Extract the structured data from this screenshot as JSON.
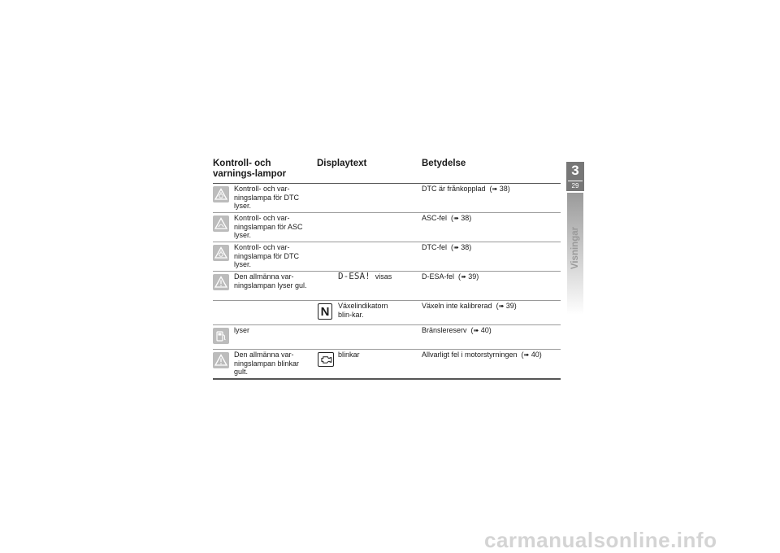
{
  "table": {
    "headers": [
      "Kontroll- och varnings-lampor",
      "Displaytext",
      "Betydelse"
    ],
    "rows": [
      {
        "lamp": "Kontroll- och var-ningslampa för DTC lyser.",
        "meaning": "DTC är frånkopplad",
        "ref": "38"
      },
      {
        "lamp": "Kontroll- och var-ningslampan för ASC lyser.",
        "meaning": "ASC-fel",
        "ref": "38"
      },
      {
        "lamp": "Kontroll- och var-ningslampa för DTC lyser.",
        "meaning": "DTC-fel",
        "ref": "38"
      },
      {
        "lamp": "Den allmänna var-ningslampan lyser gul.",
        "display_code": "D-ESA!",
        "display_text": "visas",
        "meaning": "D-ESA-fel",
        "ref": "39"
      },
      {
        "display_text": "Växelindikatorn blin-kar.",
        "display_icon_letter": "N",
        "meaning": "Växeln inte kalibrerad",
        "ref": "39"
      },
      {
        "lamp": "lyser",
        "meaning": "Bränslereserv",
        "ref": "40"
      },
      {
        "lamp": "Den allmänna var-ningslampan blinkar gult.",
        "display_text": "blinkar",
        "meaning": "Allvarligt fel i motorstyrningen",
        "ref": "40"
      }
    ]
  },
  "sidebar": {
    "chapter": "3",
    "page": "29",
    "section": "Visningar"
  },
  "watermark": "carmanualsonline.info",
  "ref_arrow": "➠",
  "icons": [
    "dtc-warning-icon",
    "asc-warning-icon",
    "general-warning-triangle-icon",
    "gear-indicator-icon",
    "fuel-pump-icon",
    "engine-icon"
  ]
}
